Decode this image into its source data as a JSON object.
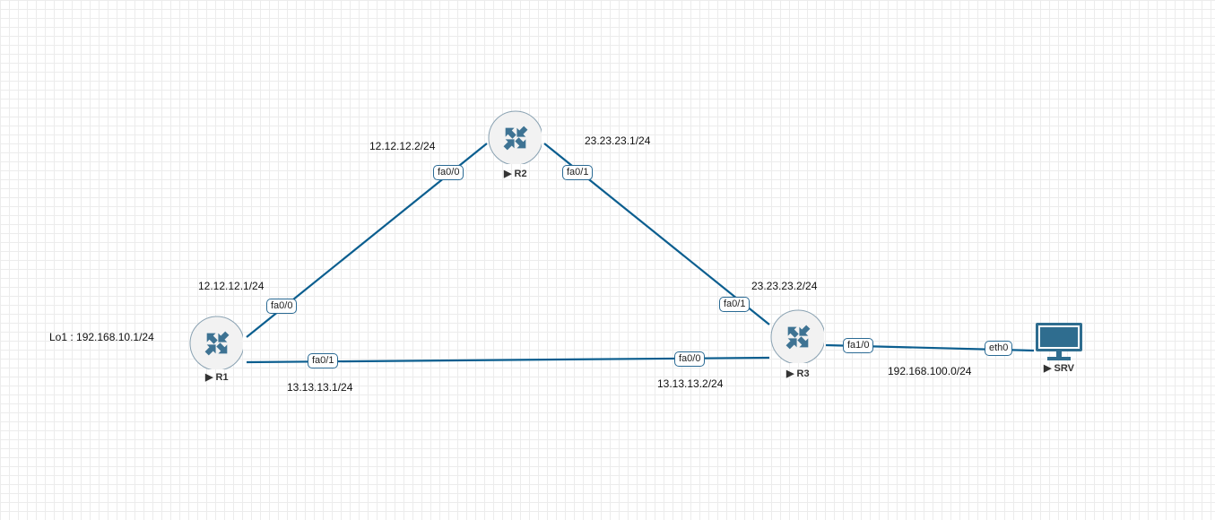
{
  "colors": {
    "link": "#0b5e8f",
    "router_fill": "#f2f2f2",
    "router_stroke": "#8aa2b2",
    "arrow": "#3e7393"
  },
  "nodes": {
    "r1": {
      "label": "R1",
      "icon": "router-icon"
    },
    "r2": {
      "label": "R2",
      "icon": "router-icon"
    },
    "r3": {
      "label": "R3",
      "icon": "router-icon"
    },
    "srv": {
      "label": "SRV",
      "icon": "monitor-icon"
    }
  },
  "ports": {
    "r2_fa00": "fa0/0",
    "r2_fa01": "fa0/1",
    "r1_fa00": "fa0/0",
    "r1_fa01": "fa0/1",
    "r3_fa01": "fa0/1",
    "r3_fa00": "fa0/0",
    "r3_fa10": "fa1/0",
    "srv_eth0": "eth0"
  },
  "ips": {
    "r2_left": "12.12.12.2/24",
    "r2_right": "23.23.23.1/24",
    "r1_top": "12.12.12.1/24",
    "r1_lo1": "Lo1 : 192.168.10.1/24",
    "r1_bottom": "13.13.13.1/24",
    "r3_top": "23.23.23.2/24",
    "r3_bottom": "13.13.13.2/24",
    "srv_net": "192.168.100.0/24"
  }
}
